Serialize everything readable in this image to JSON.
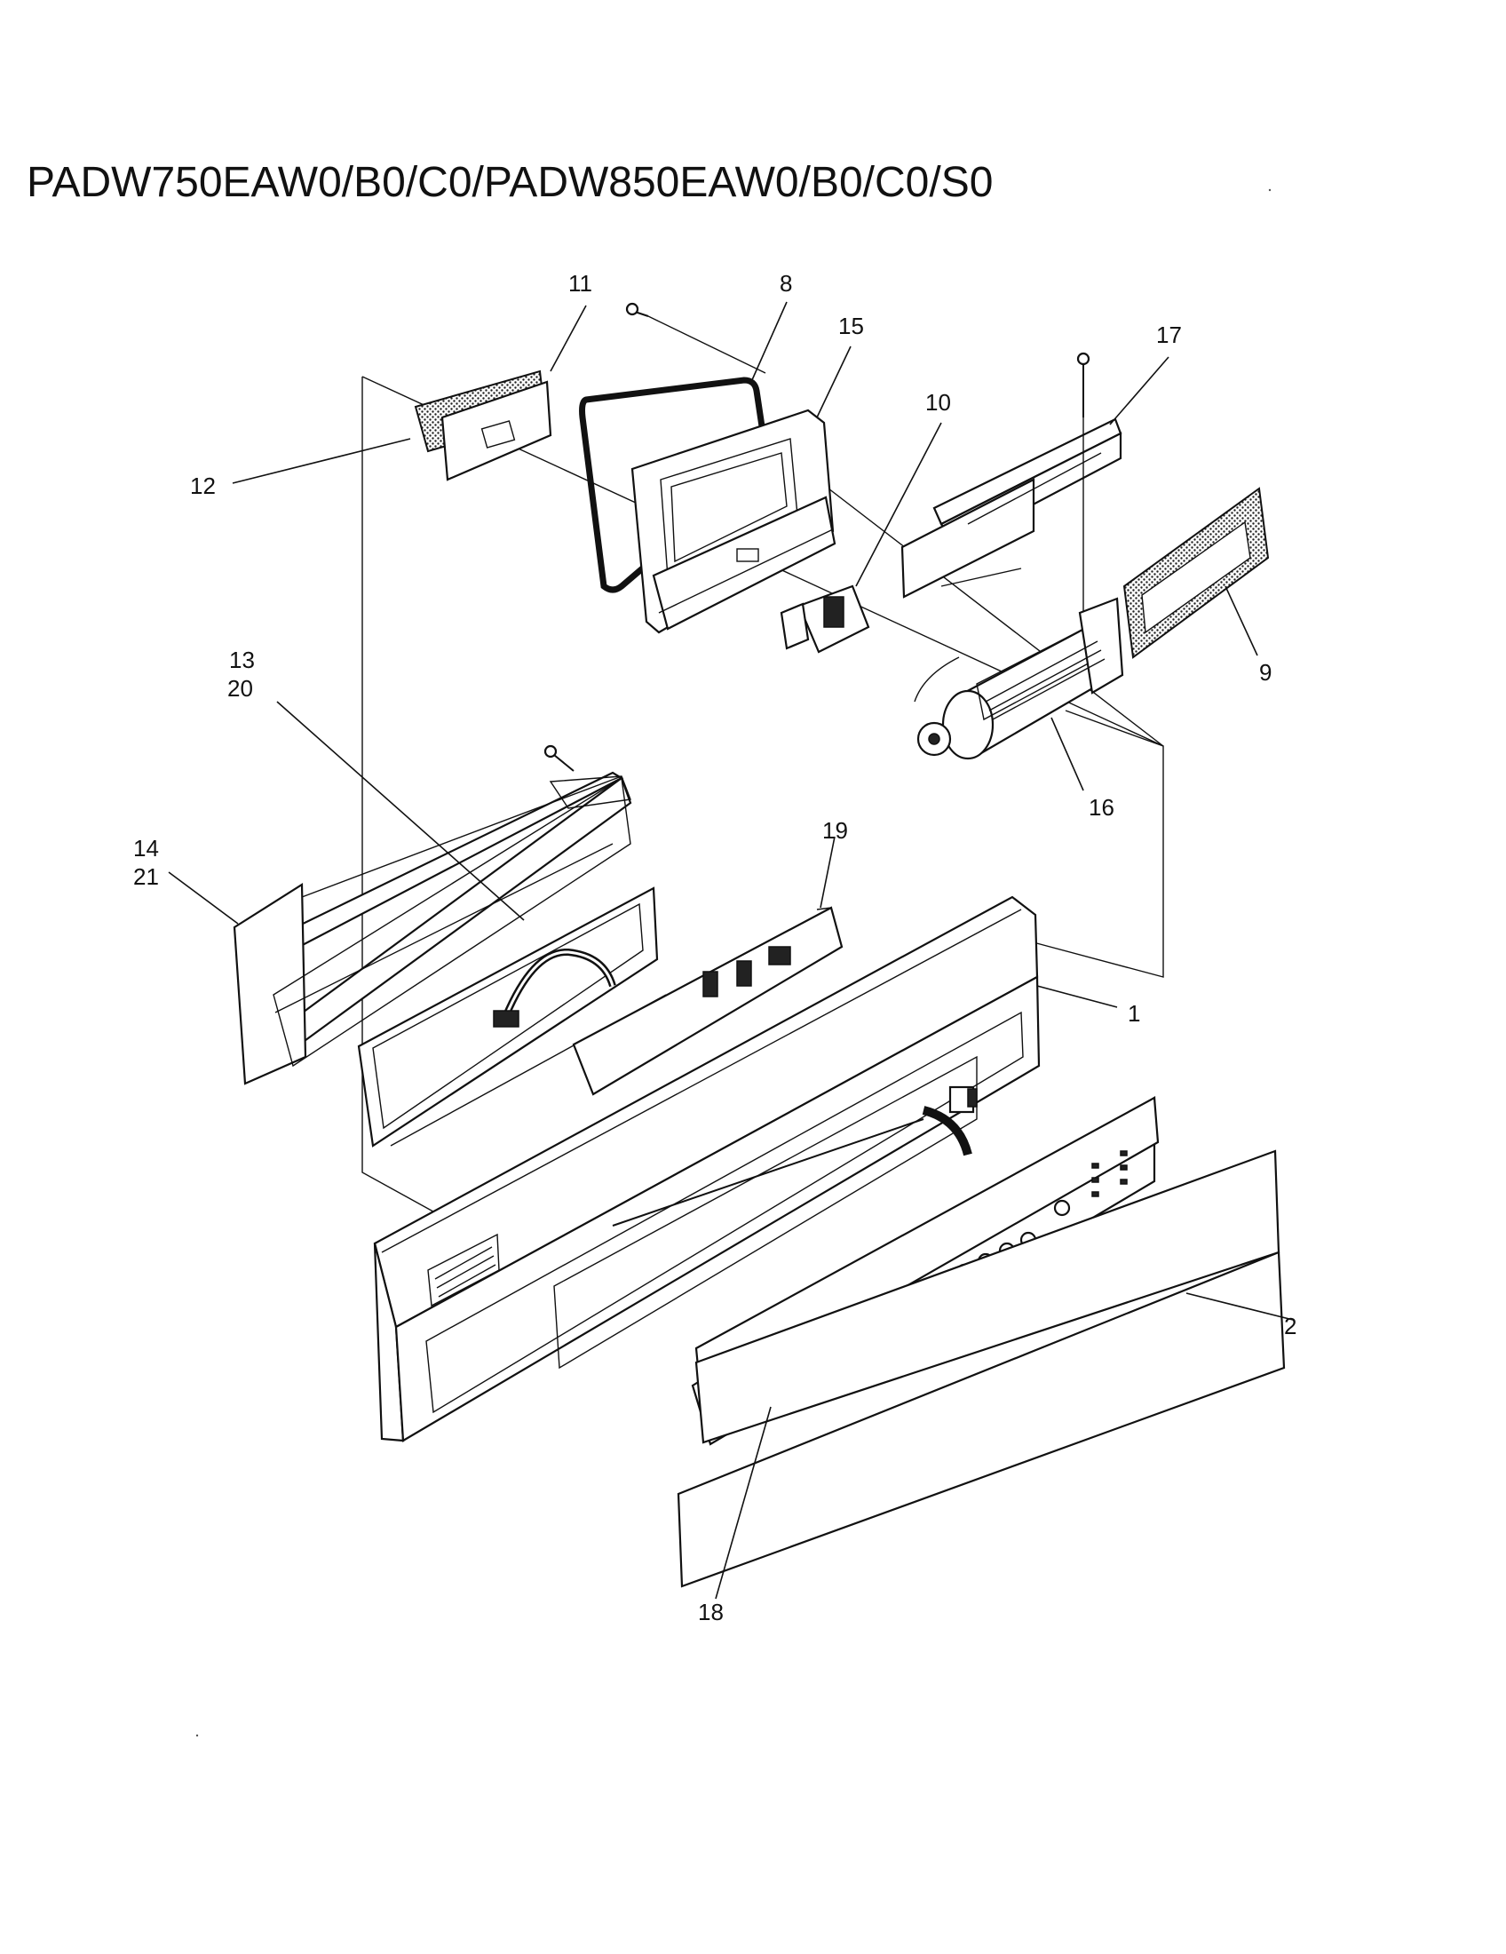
{
  "page": {
    "title": "PADW750EAW0/B0/C0/PADW850EAW0/B0/C0/S0"
  },
  "callouts": {
    "c1": "1",
    "c2": "2",
    "c8": "8",
    "c9": "9",
    "c10": "10",
    "c11": "11",
    "c12": "12",
    "c13": "13",
    "c14": "14",
    "c15": "15",
    "c16": "16",
    "c17": "17",
    "c18": "18",
    "c19": "19",
    "c20": "20",
    "c21": "21"
  },
  "colors": {
    "ink": "#111111",
    "paper": "#ffffff"
  }
}
